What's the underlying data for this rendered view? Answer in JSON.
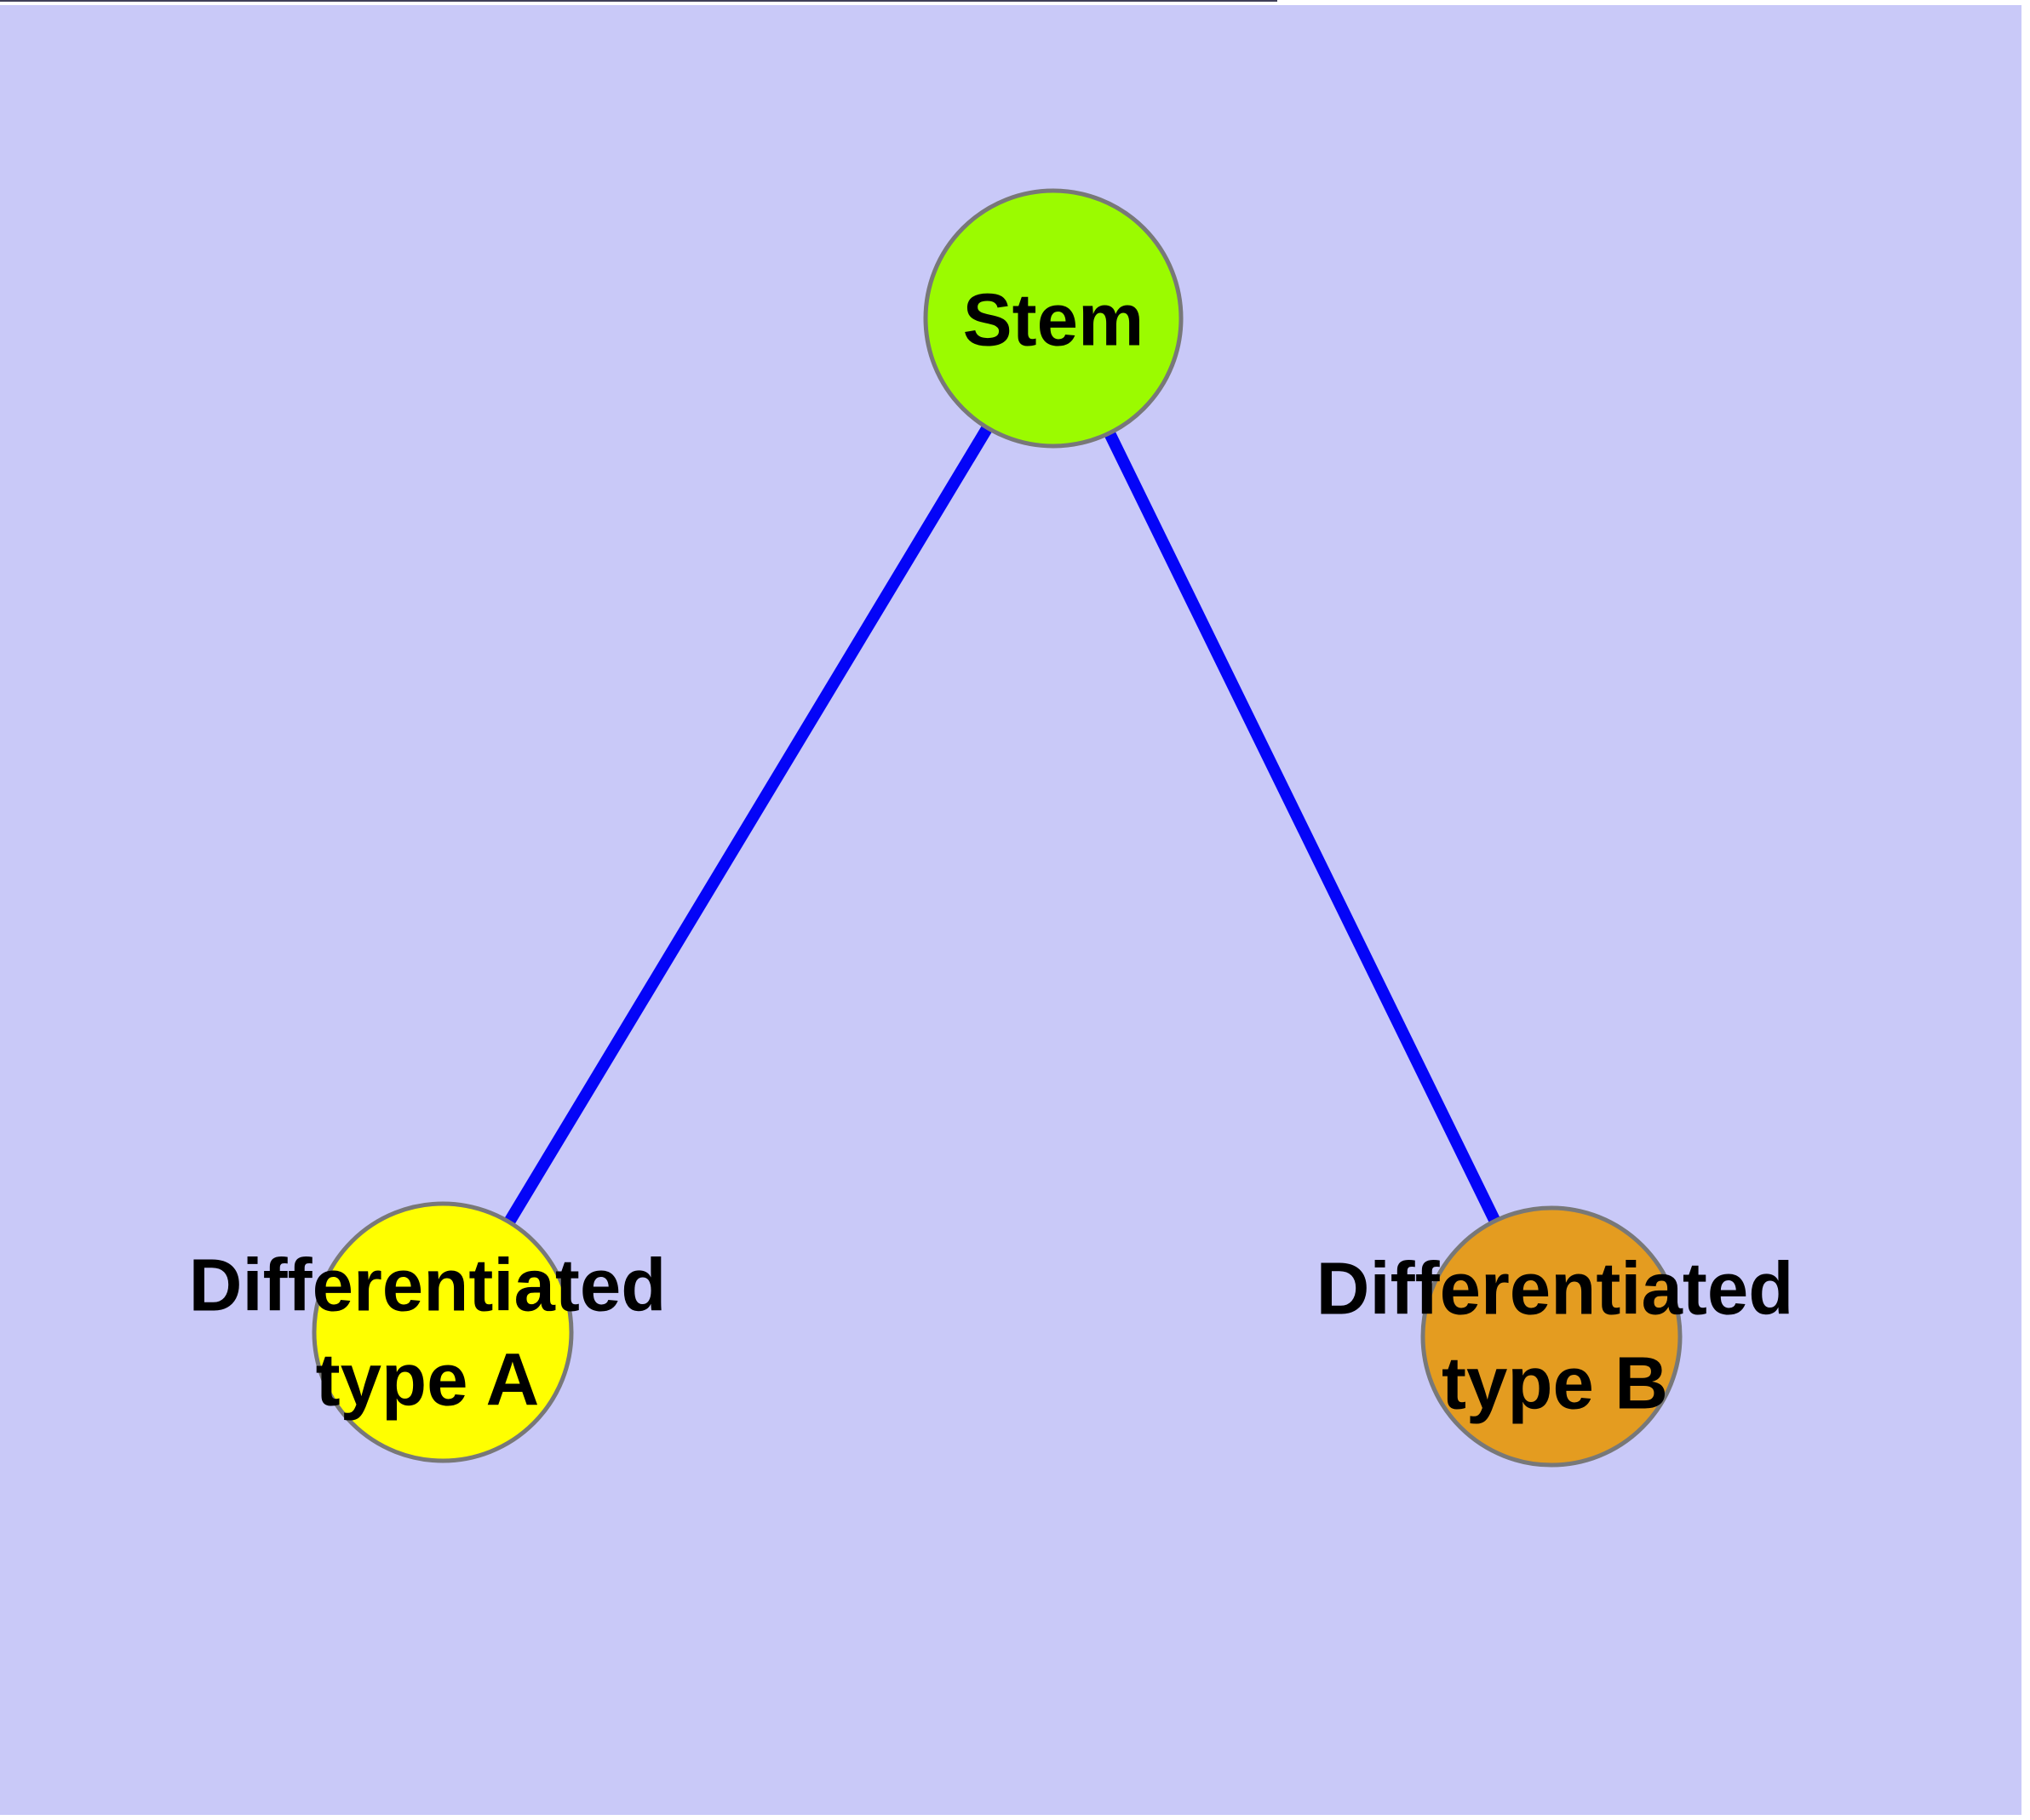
{
  "background": {
    "page_margin_color": "#FFFFFF",
    "canvas_color": "#C9C9F8",
    "top_edge_line_color": "#3F3F58"
  },
  "graph": {
    "node_border_color": "#787878",
    "edge_color": "#0404F8",
    "label_color": "#000000",
    "nodes": [
      {
        "id": "stem",
        "label": "Stem",
        "color": "#9BFB00"
      },
      {
        "id": "type-a",
        "label": "Differentiated\ntype A",
        "color": "#FFFF00"
      },
      {
        "id": "type-b",
        "label": "Differentiated\ntype B",
        "color": "#E49C20"
      }
    ],
    "edges": [
      {
        "from": "stem",
        "to": "type-a"
      },
      {
        "from": "stem",
        "to": "type-b"
      }
    ]
  }
}
